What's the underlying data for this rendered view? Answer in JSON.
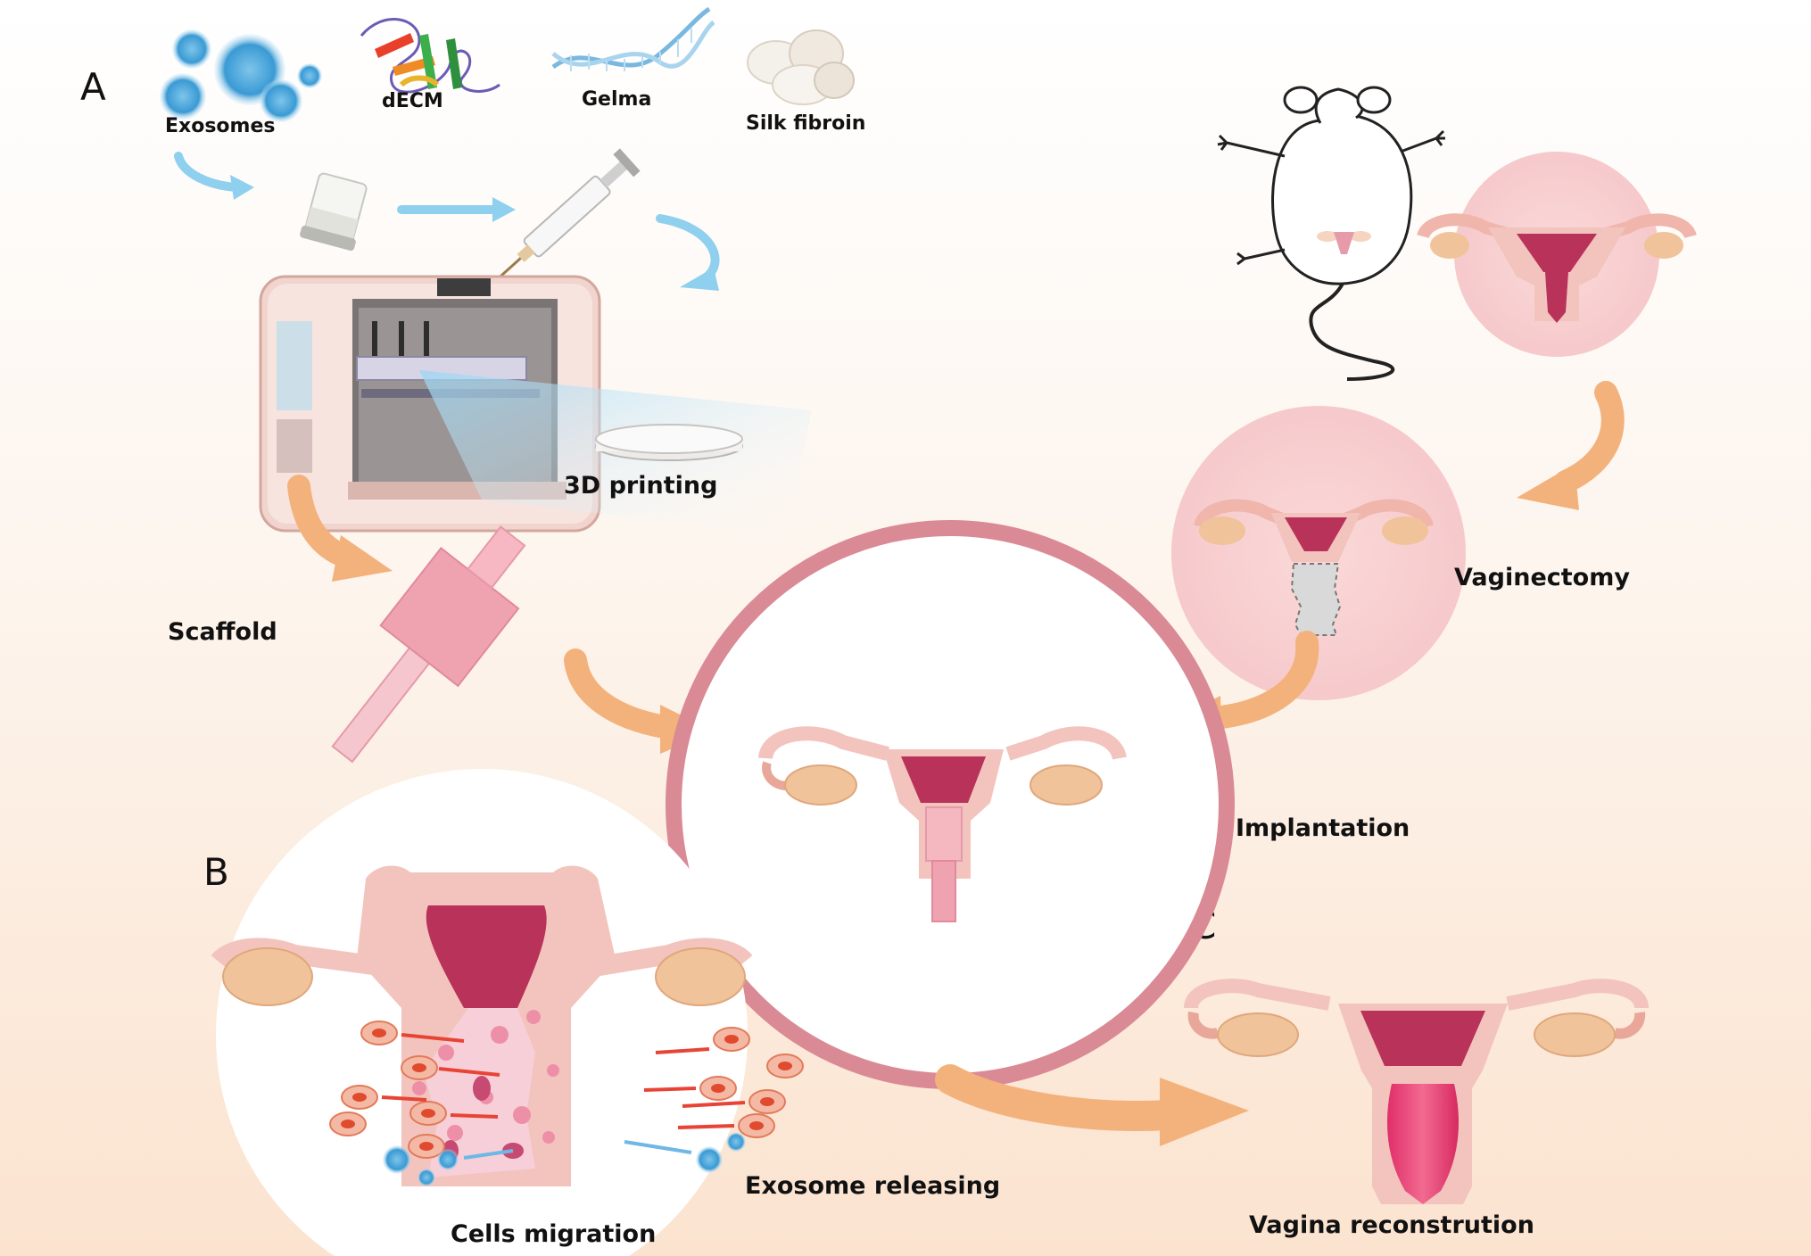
{
  "panels": {
    "a": "A",
    "b": "B",
    "c": "C"
  },
  "materials": {
    "exosomes": "Exosomes",
    "decm": "dECM",
    "gelma": "Gelma",
    "silk": "Silk fibroin"
  },
  "steps": {
    "printing": "3D printing",
    "scaffold": "Scaffold",
    "vaginectomy": "Vaginectomy",
    "implantation": "Implantation",
    "cells_migration": "Cells migration",
    "exosome_releasing": "Exosome releasing",
    "reconstruction": "Vagina reconstrution"
  },
  "colors": {
    "arrow_orange": "#f3b27c",
    "arrow_blue": "#8fd0ee",
    "tissue_pink": "#f2c4bd",
    "uterus_red": "#b8325a",
    "ovary": "#f0c39a",
    "scaffold_pink": "#efa3b0",
    "ring": "#d98a95"
  }
}
